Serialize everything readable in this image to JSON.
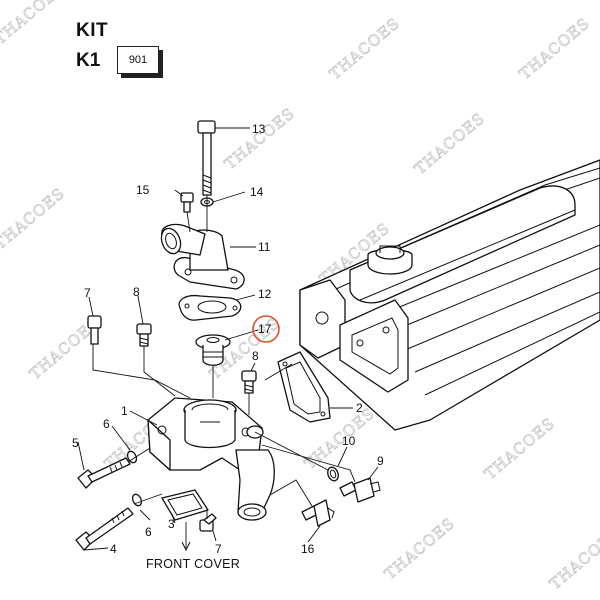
{
  "kit": {
    "title": "KIT",
    "row_label": "K1",
    "code": "901"
  },
  "watermark": "THACOES",
  "front_cover_label": "FRONT COVER",
  "highlighted_part": "17",
  "parts": [
    {
      "id": "1",
      "label": "1"
    },
    {
      "id": "2",
      "label": "2"
    },
    {
      "id": "3",
      "label": "3"
    },
    {
      "id": "4",
      "label": "4"
    },
    {
      "id": "5",
      "label": "5"
    },
    {
      "id": "6a",
      "label": "6"
    },
    {
      "id": "6b",
      "label": "6"
    },
    {
      "id": "7a",
      "label": "7"
    },
    {
      "id": "7b",
      "label": "7"
    },
    {
      "id": "8a",
      "label": "8"
    },
    {
      "id": "8b",
      "label": "8"
    },
    {
      "id": "9",
      "label": "9"
    },
    {
      "id": "10",
      "label": "10"
    },
    {
      "id": "11",
      "label": "11"
    },
    {
      "id": "12",
      "label": "12"
    },
    {
      "id": "13",
      "label": "13"
    },
    {
      "id": "14",
      "label": "14"
    },
    {
      "id": "15",
      "label": "15"
    },
    {
      "id": "16",
      "label": "16"
    },
    {
      "id": "17",
      "label": "17"
    }
  ]
}
